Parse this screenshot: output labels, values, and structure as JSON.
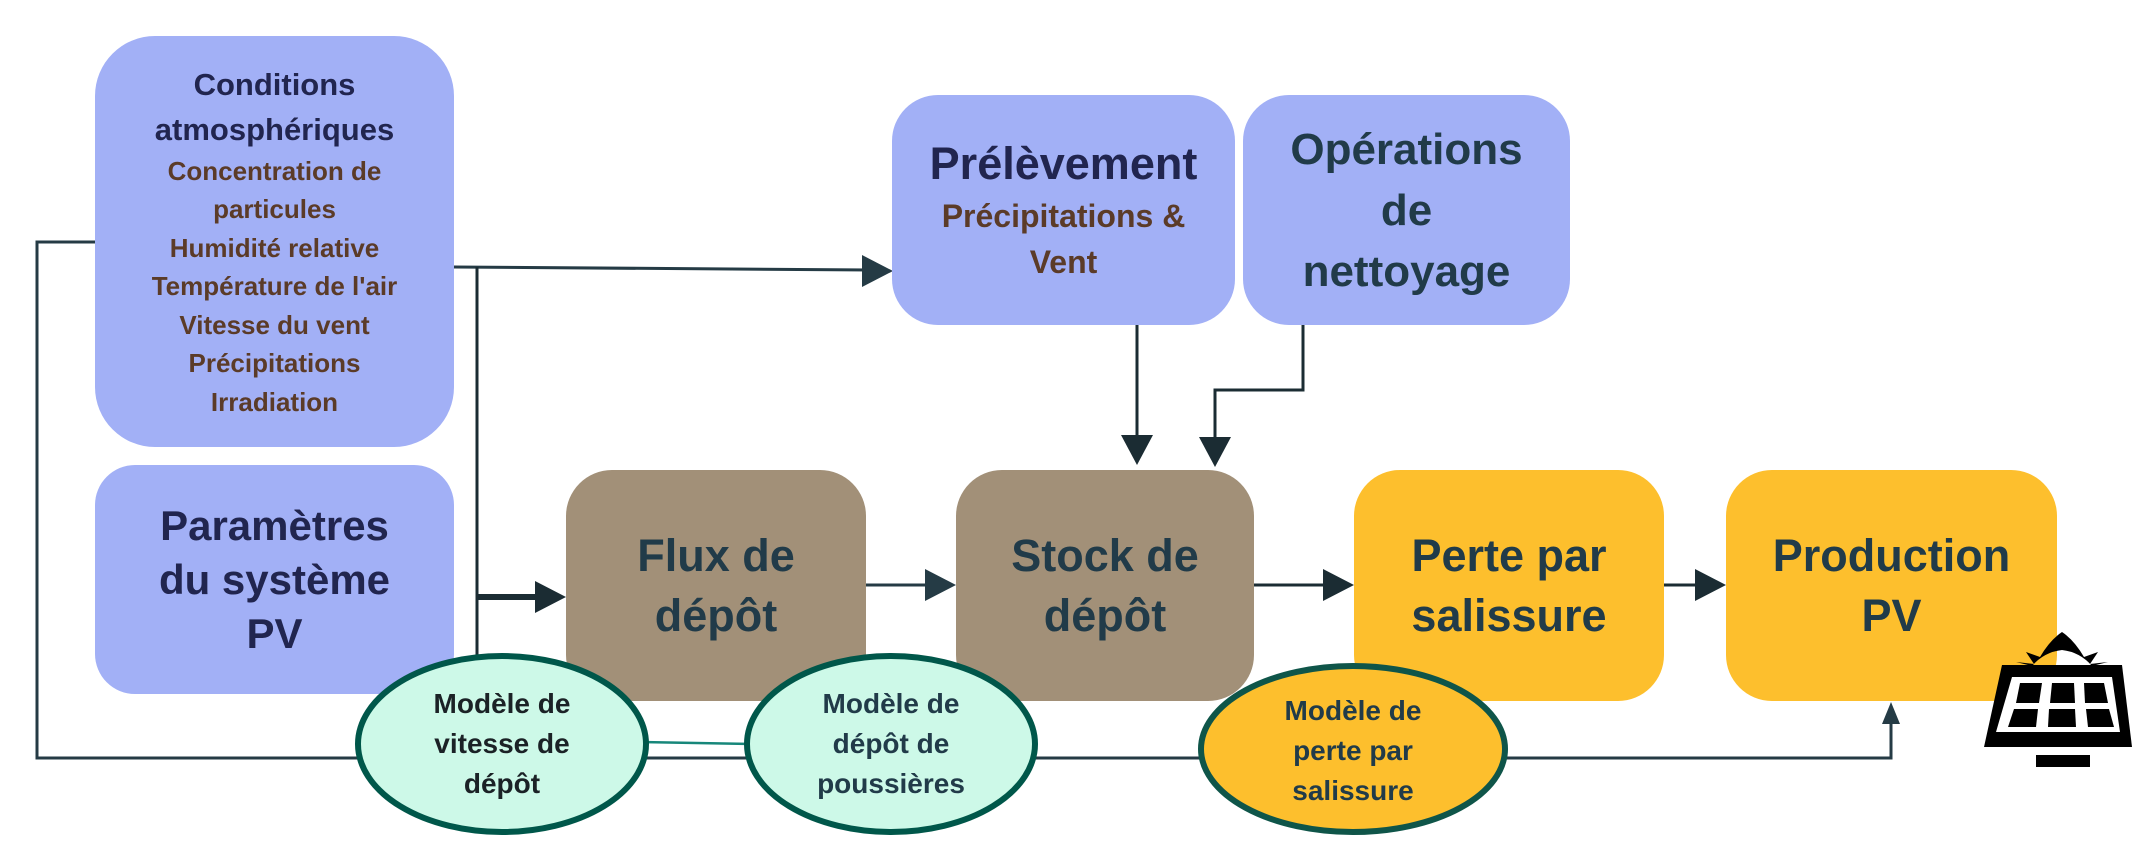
{
  "diagram": {
    "atmospheric": {
      "title_lines": [
        "Conditions",
        "atmosphériques"
      ],
      "items": [
        "Concentration de",
        "particules",
        "Humidité relative",
        "Température de l'air",
        "Vitesse du vent",
        "Précipitations",
        "Irradiation"
      ]
    },
    "system_params": {
      "lines": [
        "Paramètres",
        "du système",
        "PV"
      ]
    },
    "removal": {
      "title": "Prélèvement",
      "sub_lines": [
        "Précipitations &",
        "Vent"
      ]
    },
    "cleaning": {
      "lines": [
        "Opérations",
        "de",
        "nettoyage"
      ]
    },
    "deposition_flux": {
      "lines": [
        "Flux de",
        "dépôt"
      ]
    },
    "deposition_stock": {
      "lines": [
        "Stock de",
        "dépôt"
      ]
    },
    "soiling_loss": {
      "lines": [
        "Perte par",
        "salissure"
      ]
    },
    "pv_production": {
      "lines": [
        "Production",
        "PV"
      ]
    },
    "models": [
      {
        "lines": [
          "Modèle de",
          "vitesse de",
          "dépôt"
        ]
      },
      {
        "lines": [
          "Modèle de",
          "dépôt de",
          "poussières"
        ]
      },
      {
        "lines": [
          "Modèle de",
          "perte par",
          "salissure"
        ]
      }
    ],
    "icons": {
      "solar": "solar-panel-icon"
    },
    "colors": {
      "input_box": "#a2b0f6",
      "process_box": "#a29078",
      "output_box": "#fdbf2d",
      "model_ellipse_fill": "#cdf9e8",
      "model_ellipse_stroke": "#00574a",
      "connector": "#1b2c33"
    }
  }
}
